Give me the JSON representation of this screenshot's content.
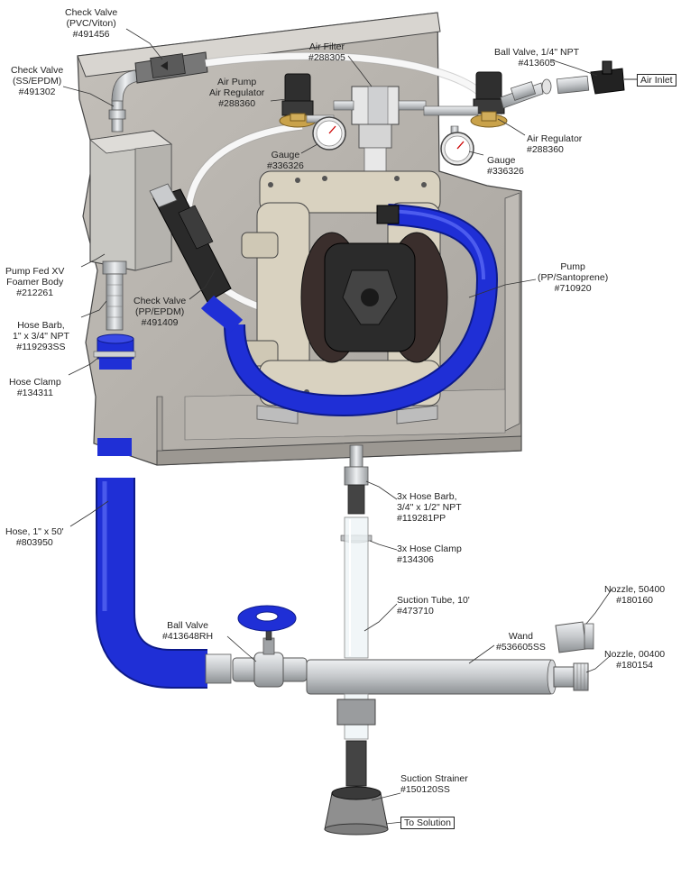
{
  "labels": {
    "check_valve_pvc": {
      "l1": "Check Valve",
      "l2": "(PVC/Viton)",
      "l3": "#491456"
    },
    "check_valve_ss": {
      "l1": "Check Valve",
      "l2": "(SS/EPDM)",
      "l3": "#491302"
    },
    "air_filter": {
      "l1": "Air Filter",
      "l2": "#288305"
    },
    "air_pump_regulator": {
      "l1": "Air Pump",
      "l2": "Air Regulator",
      "l3": "#288360"
    },
    "ball_valve_top": {
      "l1": "Ball Valve, 1/4\" NPT",
      "l2": "#413605"
    },
    "air_inlet": "Air Inlet",
    "air_regulator": {
      "l1": "Air Regulator",
      "l2": "#288360"
    },
    "gauge_left": {
      "l1": "Gauge",
      "l2": "#336326"
    },
    "gauge_right": {
      "l1": "Gauge",
      "l2": "#336326"
    },
    "foamer_body": {
      "l1": "Pump Fed XV",
      "l2": "Foamer Body",
      "l3": "#212261"
    },
    "pump": {
      "l1": "Pump",
      "l2": "(PP/Santoprene)",
      "l3": "#710920"
    },
    "check_valve_pp": {
      "l1": "Check Valve",
      "l2": "(PP/EPDM)",
      "l3": "#491409"
    },
    "hose_barb_1": {
      "l1": "Hose Barb,",
      "l2": "1\" x 3/4\" NPT",
      "l3": "#119293SS"
    },
    "hose_clamp_1": {
      "l1": "Hose Clamp",
      "l2": "#134311"
    },
    "hose_barb_3x": {
      "l1": "3x Hose Barb,",
      "l2": "3/4\" x 1/2\" NPT",
      "l3": "#119281PP"
    },
    "hose": {
      "l1": "Hose, 1\" x 50'",
      "l2": "#803950"
    },
    "hose_clamp_3x": {
      "l1": "3x Hose Clamp",
      "l2": "#134306"
    },
    "nozzle_50400": {
      "l1": "Nozzle, 50400",
      "l2": "#180160"
    },
    "ball_valve_bottom": {
      "l1": "Ball Valve",
      "l2": "#413648RH"
    },
    "suction_tube": {
      "l1": "Suction Tube, 10'",
      "l2": "#473710"
    },
    "wand": {
      "l1": "Wand",
      "l2": "#536605SS"
    },
    "nozzle_00400": {
      "l1": "Nozzle, 00400",
      "l2": "#180154"
    },
    "suction_strainer": {
      "l1": "Suction Strainer",
      "l2": "#150120SS"
    },
    "to_solution": "To Solution"
  },
  "colors": {
    "hose_blue": "#1f2fd6",
    "panel_gray": "#b5b1ab",
    "steel": "#c9cbcd",
    "pump_beige": "#d9d2c0",
    "black_part": "#2b2b2b",
    "brass": "#c9a24a"
  }
}
